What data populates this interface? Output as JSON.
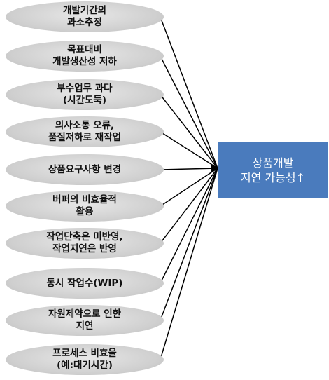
{
  "causes": [
    {
      "label": "개발기간의\n과소추정"
    },
    {
      "label": "목표대비\n개발생산성 저하"
    },
    {
      "label": "부수업무 과다\n(시간도둑)"
    },
    {
      "label": "의사소통 오류,\n품질저하로 재작업"
    },
    {
      "label": "상품요구사항 변경"
    },
    {
      "label": "버퍼의 비효율적\n활용"
    },
    {
      "label": "작업단축은 미반영,\n작업지연은 반영"
    },
    {
      "label": "동시 작업수(WIP)"
    },
    {
      "label": "자원제약으로 인한\n지연"
    },
    {
      "label": "프로세스 비효율\n(예:대기시간)"
    }
  ],
  "effect": {
    "label": "상품개발\n지연 가능성↑"
  },
  "colors": {
    "ellipse": "#cfcfcf",
    "effect_box": "#4a7bbd",
    "line": "#000000"
  }
}
